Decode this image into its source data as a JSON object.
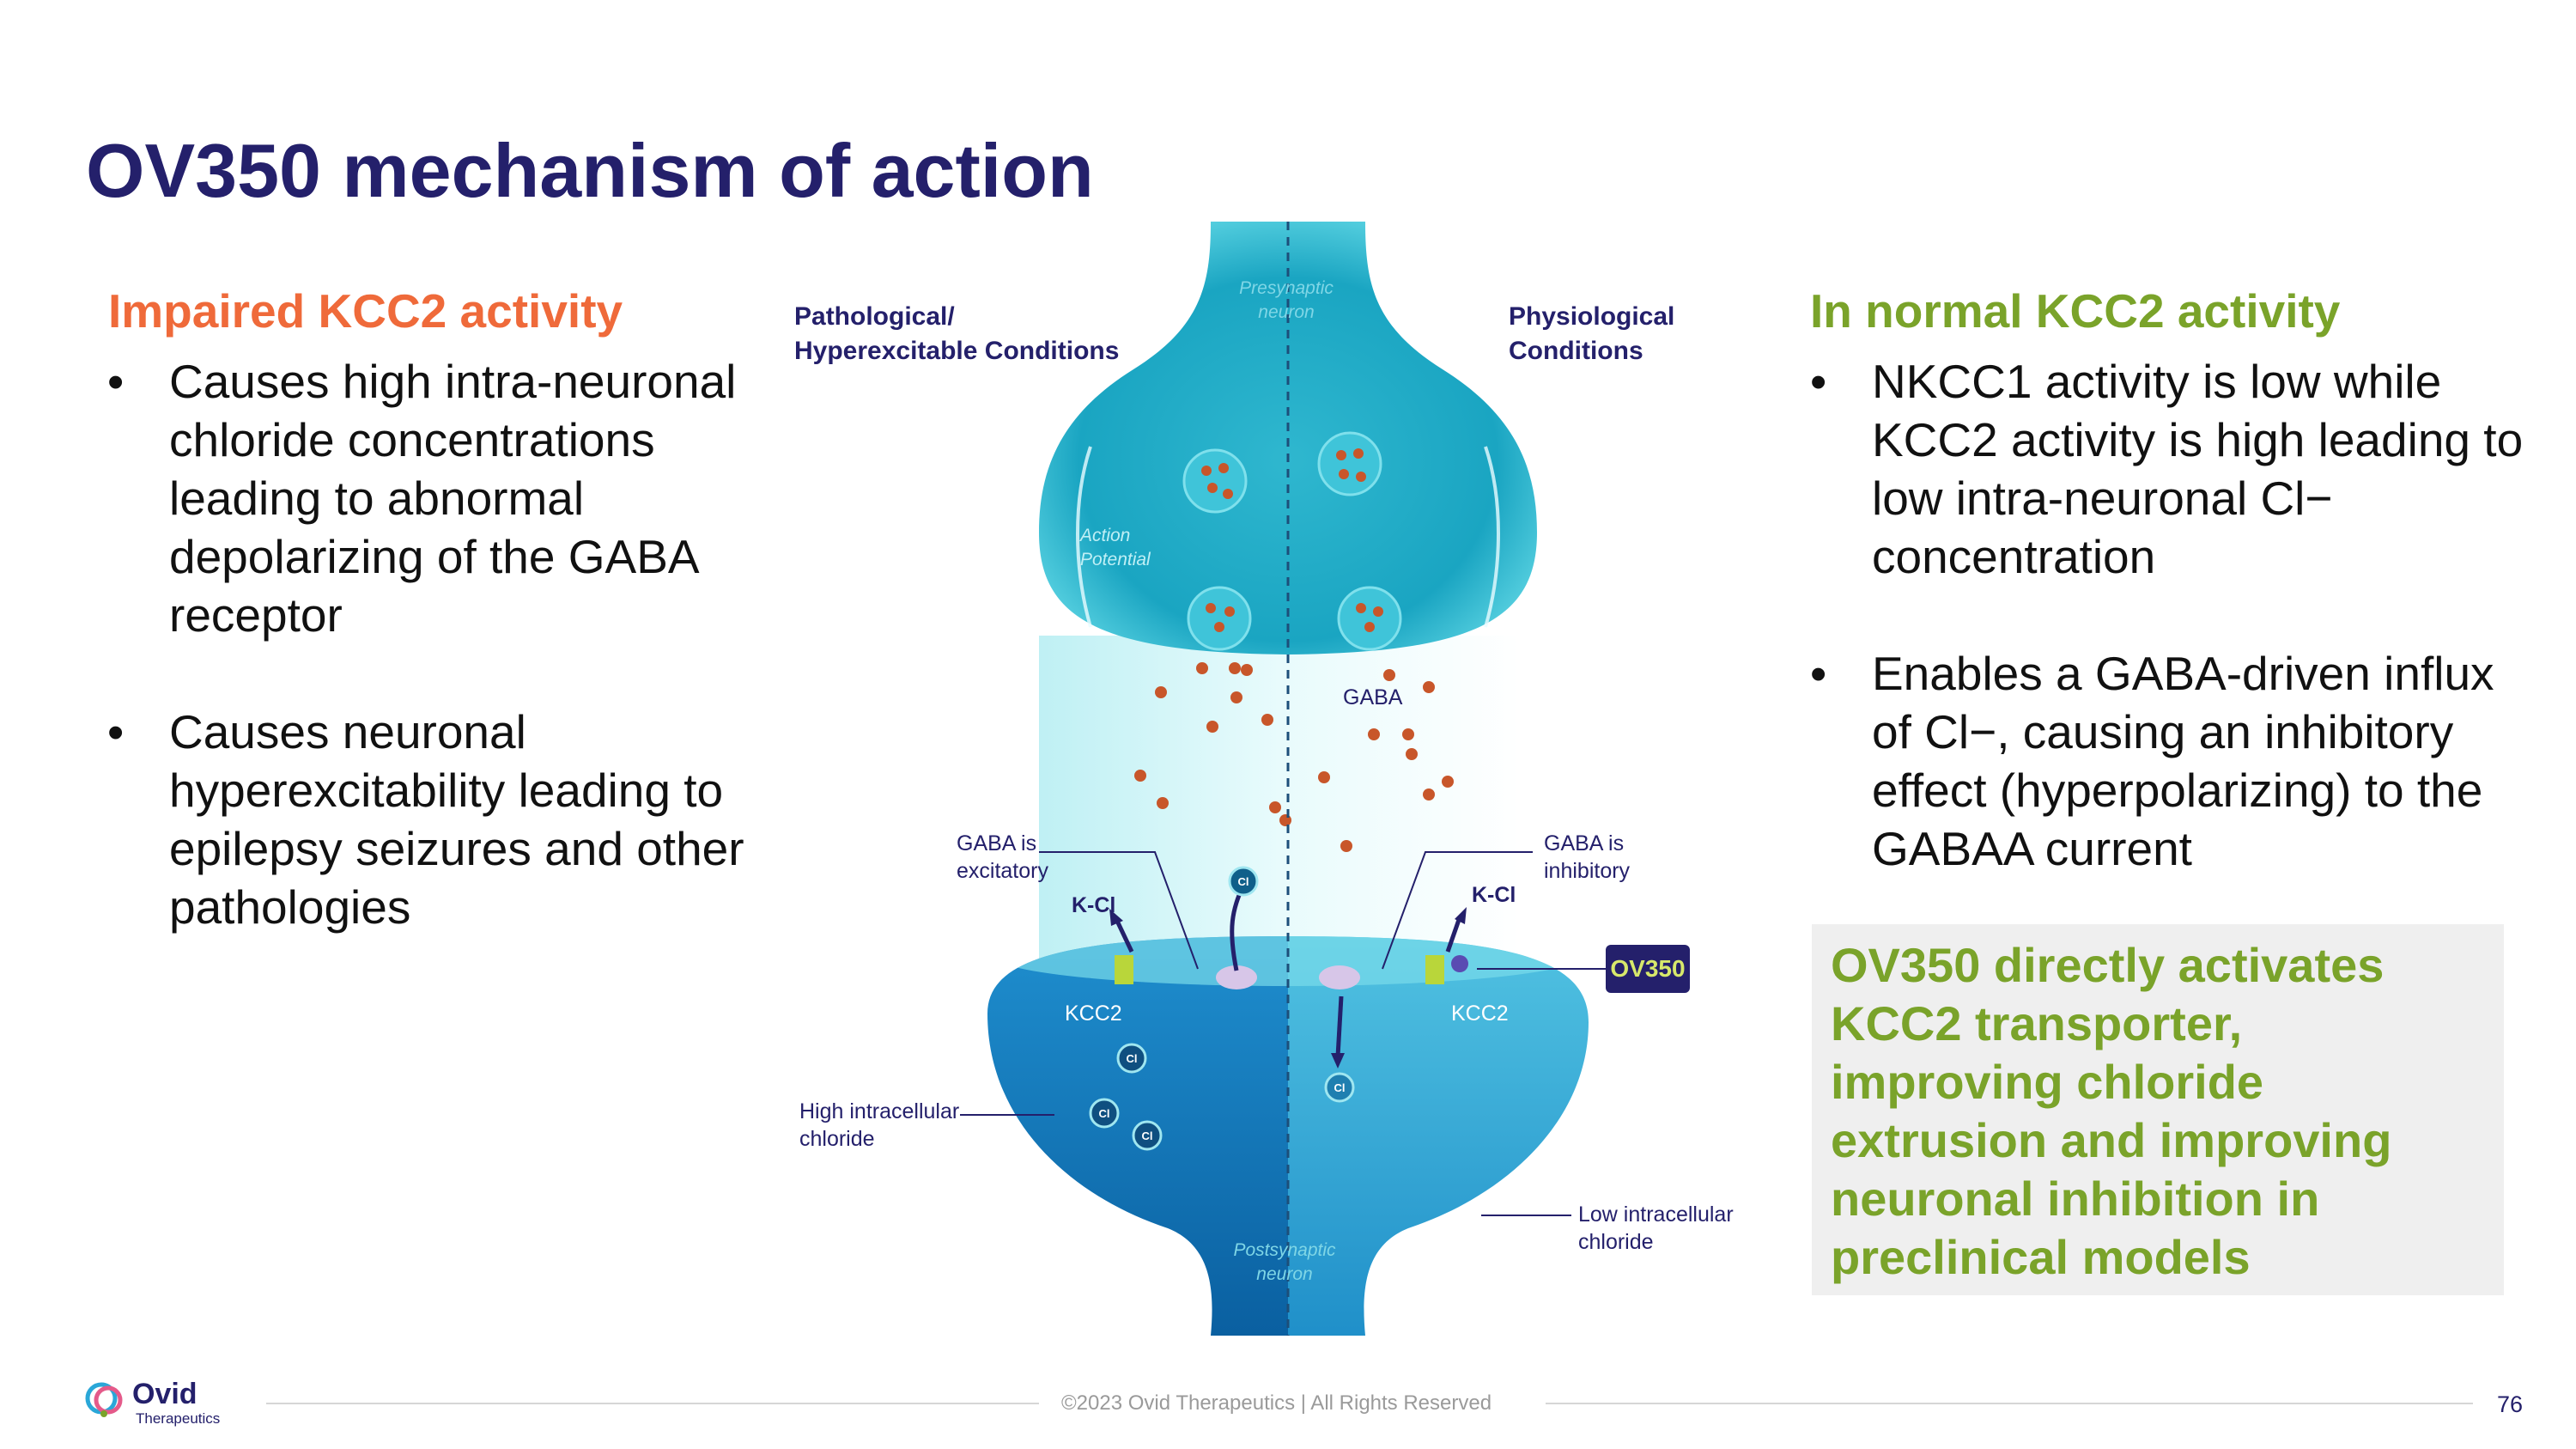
{
  "slide": {
    "title": "OV350 mechanism of action",
    "page_number": "76",
    "footer": "©2023 Ovid Therapeutics | All Rights Reserved"
  },
  "logo": {
    "name": "Ovid",
    "subtitle": "Therapeutics"
  },
  "left": {
    "heading": "Impaired KCC2 activity",
    "bullets": [
      "Causes high intra-neuronal chloride concentrations leading to abnormal depolarizing of the GABA receptor",
      "Causes neuronal hyperexcitability leading to epilepsy seizures and other pathologies"
    ]
  },
  "right": {
    "heading": "In normal KCC2 activity",
    "bullets": [
      "NKCC1 activity is low while KCC2 activity is high leading to low intra-neuronal Cl− concentration",
      "Enables a GABA-driven influx of Cl−, causing an inhibitory effect (hyperpolarizing) to the GABAA current"
    ],
    "callout": "OV350 directly activates KCC2 transporter, improving chloride extrusion and improving neuronal inhibition in preclinical models"
  },
  "bullet_char": "•",
  "diagram": {
    "left_title_1": "Pathological/",
    "left_title_2": "Hyperexcitable Conditions",
    "right_title_1": "Physiological",
    "right_title_2": "Conditions",
    "presynaptic_1": "Presynaptic",
    "presynaptic_2": "neuron",
    "postsynaptic_1": "Postsynaptic",
    "postsynaptic_2": "neuron",
    "action_1": "Action",
    "action_2": "Potential",
    "gaba": "GABA",
    "gaba_excit_1": "GABA is",
    "gaba_excit_2": "excitatory",
    "gaba_inhib_1": "GABA is",
    "gaba_inhib_2": "inhibitory",
    "kcl": "K-Cl",
    "kcc2": "KCC2",
    "ov350": "OV350",
    "cl": "Cl",
    "high_cl_1": "High intracellular",
    "high_cl_2": "chloride",
    "low_cl_1": "Low intracellular",
    "low_cl_2": "chloride"
  },
  "colors": {
    "title": "#24206b",
    "orange": "#ef6a3a",
    "green": "#7aa32a",
    "neuron_light": "#35c6d6",
    "neuron_dark": "#0a6cae"
  }
}
